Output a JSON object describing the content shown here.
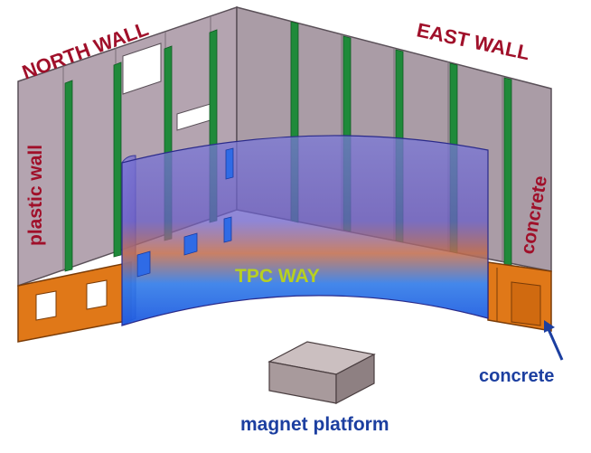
{
  "labels": {
    "north_wall": "NORTH WALL",
    "east_wall": "EAST WALL",
    "plastic_wall": "plastic wall",
    "concrete_vertical": "concrete",
    "tpc_way": "TPC WAY",
    "concrete_callout": "concrete",
    "magnet_platform": "magnet platform"
  },
  "colors": {
    "wall": "#b4a4b0",
    "wall_edge": "#5a5058",
    "beam": "#1f8a3a",
    "concrete": "#e07818",
    "tpc_blue": "#3a62e0",
    "tpc_glow": "#c0602c",
    "wall_label": "#a0102a",
    "callout_label": "#1c3fa0",
    "tpc_label": "#b8d020",
    "platform": "#b6a8aa"
  }
}
